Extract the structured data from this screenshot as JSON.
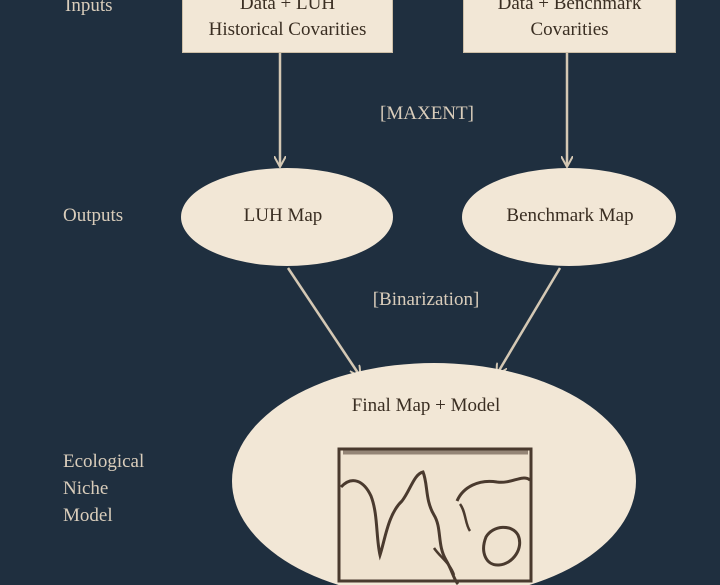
{
  "labels": {
    "inputs": "Inputs",
    "outputs": "Outputs",
    "ecological_niche_model": [
      "Ecological",
      "Niche",
      "Model"
    ]
  },
  "steps": {
    "maxent": "[MAXENT]",
    "binarization": "[Binarization]"
  },
  "input_boxes": {
    "luh": [
      "Data + LUH",
      "Historical Covarities"
    ],
    "benchmark": [
      "Data + Benchmark",
      "Covarities"
    ]
  },
  "output_nodes": {
    "luh_map": "LUH Map",
    "benchmark_map": "Benchmark Map"
  },
  "final_node": {
    "title": "Final Map + Model"
  },
  "colors": {
    "background": "#1f2f3f",
    "node_fill": "#f2e7d6",
    "arrow": "#d4c8b4",
    "text_dark": "#3a2e22",
    "text_light": "#d9cdbb"
  }
}
